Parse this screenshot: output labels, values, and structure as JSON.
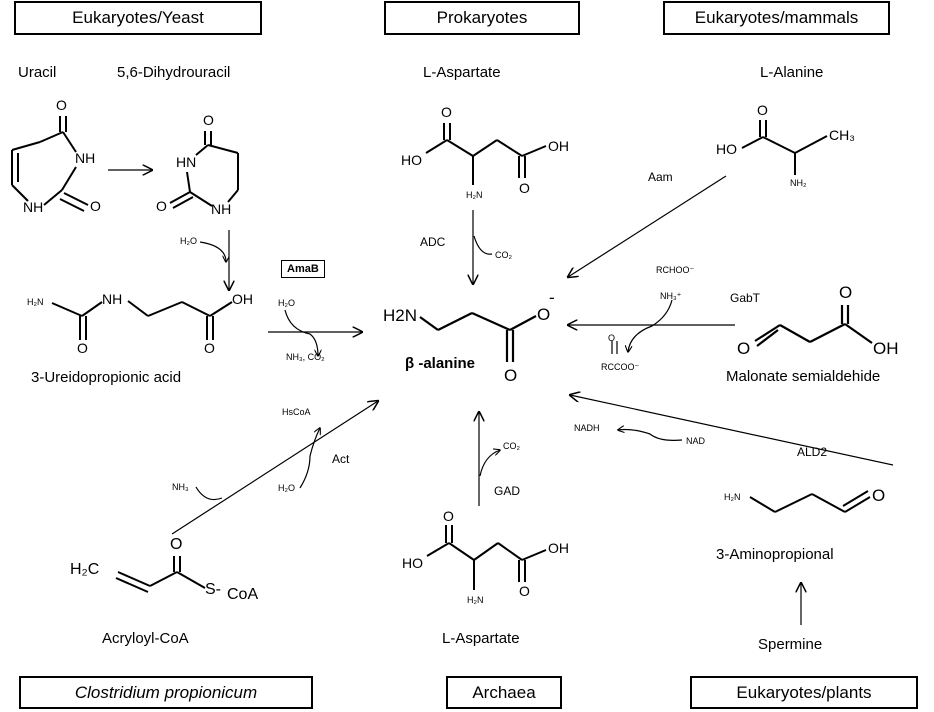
{
  "boxes": {
    "yeast": "Eukaryotes/Yeast",
    "prokaryotes": "Prokaryotes",
    "mammals": "Eukaryotes/mammals",
    "clostridium": "Clostridium propionicum",
    "archaea": "Archaea",
    "plants": "Eukaryotes/plants"
  },
  "compounds": {
    "uracil": "Uracil",
    "dihydrouracil": "5,6-Dihydrouracil",
    "ureidopropionic": "3-Ureidopropionic acid",
    "aspartate_top": "L-Aspartate",
    "alanine": "L-Alanine",
    "malonate": "Malonate semialdehide",
    "beta_alanine": "β -alanine",
    "acryloyl": "Acryloyl-CoA",
    "aspartate_bottom": "L-Aspartate",
    "aminopropional": "3-Aminopropional",
    "spermine": "Spermine"
  },
  "enzymes": {
    "amab": "AmaB",
    "adc": "ADC",
    "aam": "Aam",
    "gabt": "GabT",
    "act": "Act",
    "gad": "GAD",
    "ald2": "ALD2"
  },
  "cofactors": {
    "h2o_1": "H₂O",
    "h2o_2": "H₂O",
    "nh3_co2": "NH₃, CO₂",
    "co2_top": "CO₂",
    "co2_bottom": "CO₂",
    "rchoo": "RCHOO⁻",
    "nh3plus": "NH₃⁺",
    "o_small": "O",
    "rccoo": "RCCOO⁻",
    "nadh": "NADH",
    "nad": "NAD",
    "hscoa": "HsCoA",
    "nh3": "NH₃",
    "h2o_3": "H₂O"
  },
  "atoms": {
    "o": "O",
    "nh": "NH",
    "hn": "HN",
    "oh": "OH",
    "ho": "HO",
    "h2n": "H₂N",
    "h2n_big": "H2N",
    "ch3": "CH₃",
    "nh2": "NH₂",
    "h2c": "H₂C",
    "s": "S-",
    "coa": "CoA",
    "minus": "-"
  }
}
